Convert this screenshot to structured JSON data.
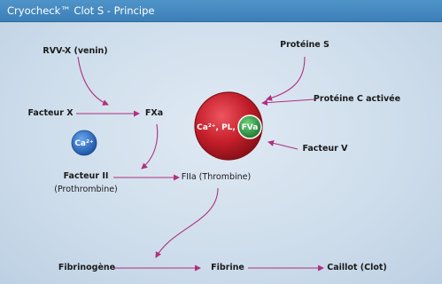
{
  "title": "Cryocheck™ Clot S - Principe",
  "nodes": {
    "rvv": "RVV-X (venin)",
    "facteur_x": "Facteur X",
    "fxa": "FXa",
    "facteur_ii": "Facteur II",
    "prothrombine": "(Prothrombine)",
    "fiia": "FIIa (Thrombine)",
    "proteine_s": "Protéine S",
    "proteine_c": "Protéine C activée",
    "facteur_v": "Facteur V",
    "fibrinogene": "Fibrinogène",
    "fibrine": "Fibrine",
    "caillot": "Caillot (Clot)"
  },
  "complex": {
    "ca_label": "Ca²⁺, PL,",
    "fva": "FVa"
  },
  "ca_ball": "Ca²⁺",
  "colors": {
    "title_bar": "#3f86be",
    "arrow": "#b0307e",
    "complex_red": "#c41f2a",
    "fva_green": "#2e9d46",
    "ca_blue": "#2a6fc4"
  }
}
